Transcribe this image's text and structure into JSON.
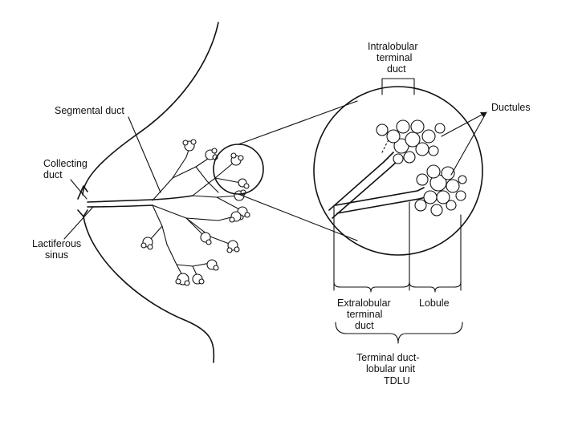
{
  "labels": {
    "segmental_duct": "Segmental duct",
    "collecting_duct_l1": "Collecting",
    "collecting_duct_l2": "duct",
    "lactiferous_sinus_l1": "Lactiferous",
    "lactiferous_sinus_l2": "sinus",
    "intralobular_l1": "Intralobular",
    "intralobular_l2": "terminal",
    "intralobular_l3": "duct",
    "ductules": "Ductules",
    "extralobular_l1": "Extralobular",
    "extralobular_l2": "terminal",
    "extralobular_l3": "duct",
    "lobule": "Lobule",
    "tdlu_l1": "Terminal duct-",
    "tdlu_l2": "lobular unit",
    "tdlu_l3": "TDLU"
  },
  "colors": {
    "ink": "#111111",
    "background": "#ffffff"
  }
}
